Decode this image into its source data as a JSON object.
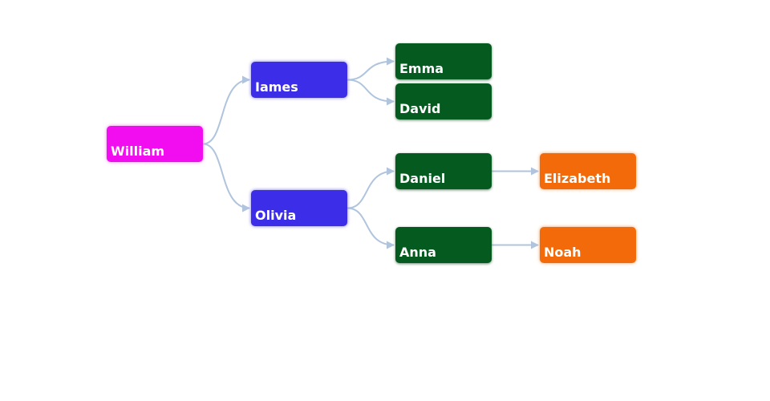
{
  "nodes": [
    {
      "id": "william",
      "label": "William",
      "level": 0,
      "parent": null
    },
    {
      "id": "james",
      "label": "Iames",
      "level": 1,
      "parent": "william"
    },
    {
      "id": "olivia",
      "label": "Olivia",
      "level": 1,
      "parent": "william"
    },
    {
      "id": "emma",
      "label": "Emma",
      "level": 2,
      "parent": "james"
    },
    {
      "id": "david",
      "label": "David",
      "level": 2,
      "parent": "james"
    },
    {
      "id": "daniel",
      "label": "Daniel",
      "level": 2,
      "parent": "olivia"
    },
    {
      "id": "anna",
      "label": "Anna",
      "level": 2,
      "parent": "olivia"
    },
    {
      "id": "elizabeth",
      "label": "Elizabeth",
      "level": 3,
      "parent": "daniel"
    },
    {
      "id": "noah",
      "label": "Noah",
      "level": 3,
      "parent": "anna"
    }
  ],
  "colors": {
    "level0": "#f20cf0",
    "level1": "#3c2ee8",
    "level2": "#045a1f",
    "level3": "#f26a0a",
    "edge": "#b0c4de"
  }
}
